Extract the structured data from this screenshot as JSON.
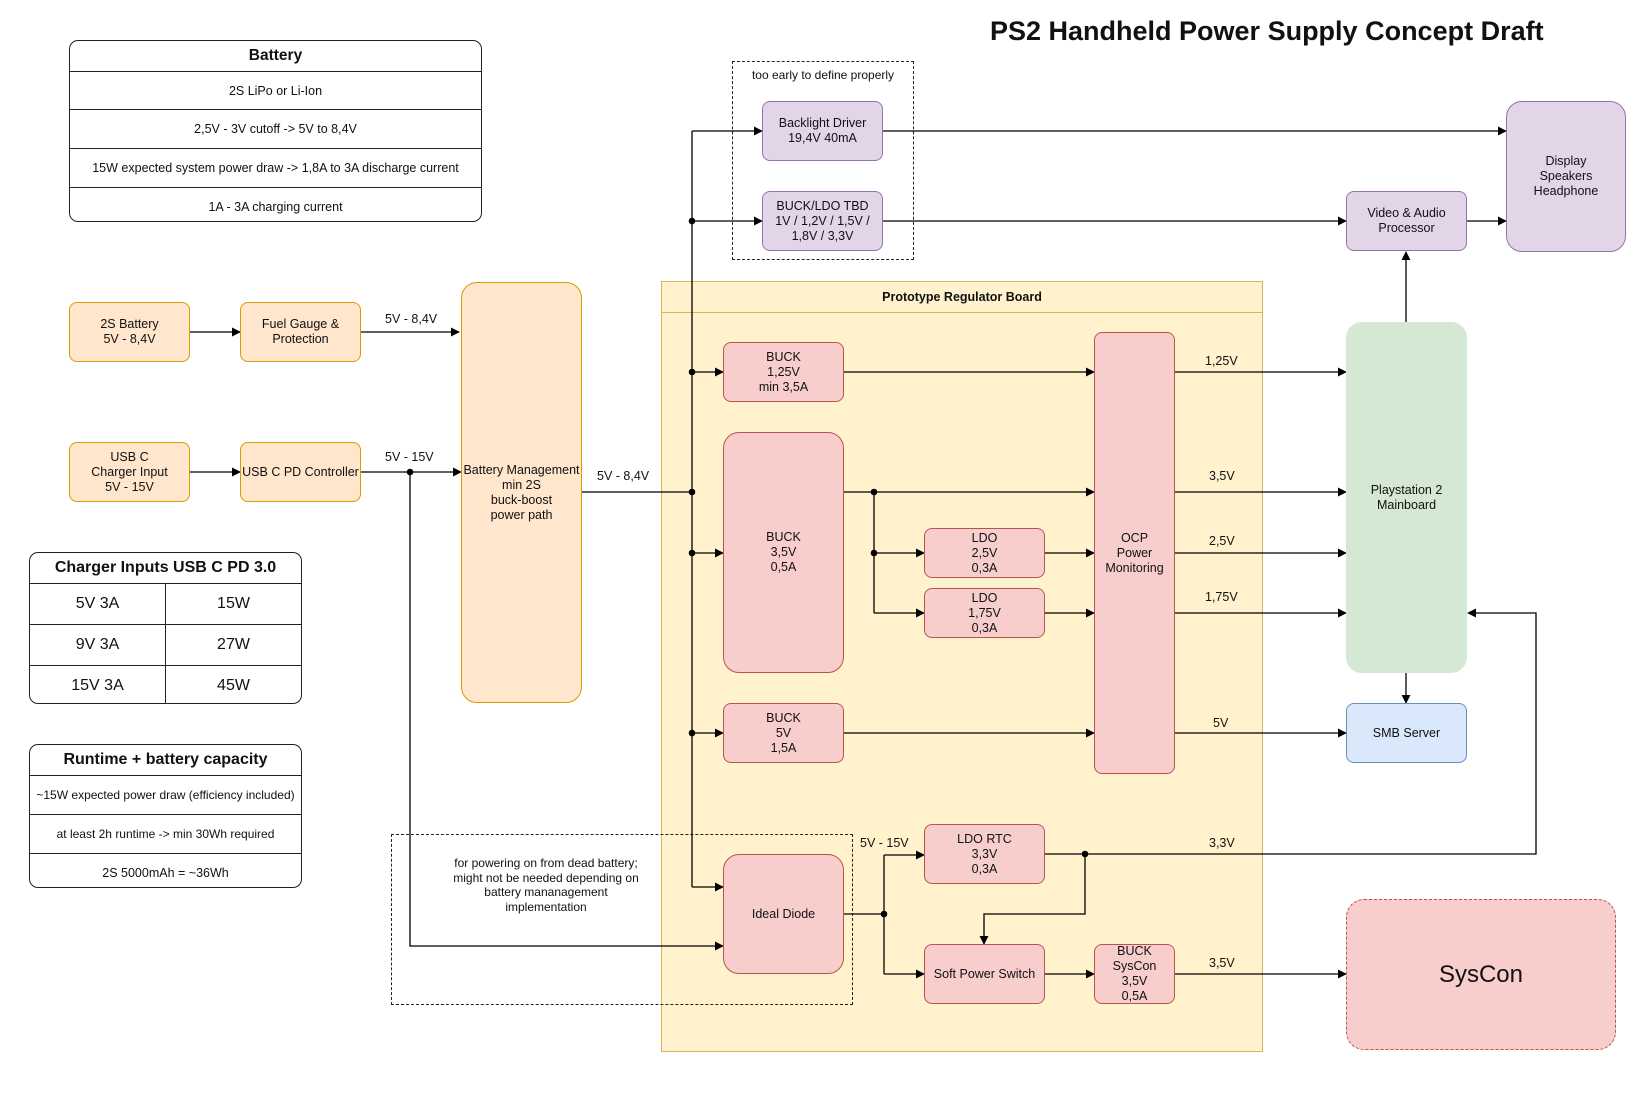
{
  "title": "PS2 Handheld Power Supply Concept Draft",
  "battery_table": {
    "header": "Battery",
    "rows": [
      "2S LiPo or Li-Ion",
      "2,5V - 3V cutoff -> 5V to 8,4V",
      "15W expected system power draw -> 1,8A to 3A discharge current",
      "1A - 3A charging current"
    ]
  },
  "charger_table": {
    "header": "Charger Inputs USB C PD 3.0",
    "rows": [
      [
        "5V 3A",
        "15W"
      ],
      [
        "9V 3A",
        "27W"
      ],
      [
        "15V 3A",
        "45W"
      ]
    ]
  },
  "runtime_table": {
    "header": "Runtime + battery capacity",
    "rows": [
      "~15W expected power draw (efficiency included)",
      "at least 2h runtime -> min 30Wh required",
      "2S 5000mAh = ~36Wh"
    ]
  },
  "blocks": {
    "battery_2s": "2S Battery\n5V - 8,4V",
    "fuel_gauge": "Fuel Gauge &\nProtection",
    "usbc_input": "USB C\nCharger Input\n5V - 15V",
    "usbc_pd": "USB C PD Controller",
    "battery_mgmt": "Battery Management\nmin 2S\nbuck-boost\npower path",
    "backlight": "Backlight Driver\n19,4V 40mA",
    "buck_ldo_tbd": "BUCK/LDO TBD\n1V / 1,2V / 1,5V /\n1,8V / 3,3V",
    "buck_125": "BUCK\n1,25V\nmin 3,5A",
    "buck_35": "BUCK\n3,5V\n0,5A",
    "ldo_25": "LDO\n2,5V\n0,3A",
    "ldo_175": "LDO\n1,75V\n0,3A",
    "buck_5v": "BUCK\n5V\n1,5A",
    "ocp": "OCP\nPower\nMonitoring",
    "ideal_diode": "Ideal Diode",
    "ldo_rtc": "LDO RTC\n3,3V\n0,3A",
    "soft_switch": "Soft Power Switch",
    "buck_syscon": "BUCK\nSysCon\n3,5V\n0,5A",
    "ps2_mainboard": "Playstation 2\nMainboard",
    "video_audio": "Video & Audio\nProcessor",
    "display": "Display\nSpeakers\nHeadphone",
    "smb_server": "SMB Server",
    "syscon": "SysCon"
  },
  "regions": {
    "prototype_board": "Prototype Regulator Board",
    "too_early": "too early to define properly",
    "dead_battery_note": "for powering on from dead battery;\nmight not be needed depending on\nbattery mananagement\nimplementation"
  },
  "labels": {
    "fuel_out": "5V - 8,4V",
    "pd_out": "5V - 15V",
    "bm_out": "5V - 8,4V",
    "diode_out": "5V - 15V",
    "rail_125": "1,25V",
    "rail_35": "3,5V",
    "rail_25": "2,5V",
    "rail_175": "1,75V",
    "rail_5": "5V",
    "rail_33": "3,3V",
    "rail_syscon": "3,5V"
  }
}
